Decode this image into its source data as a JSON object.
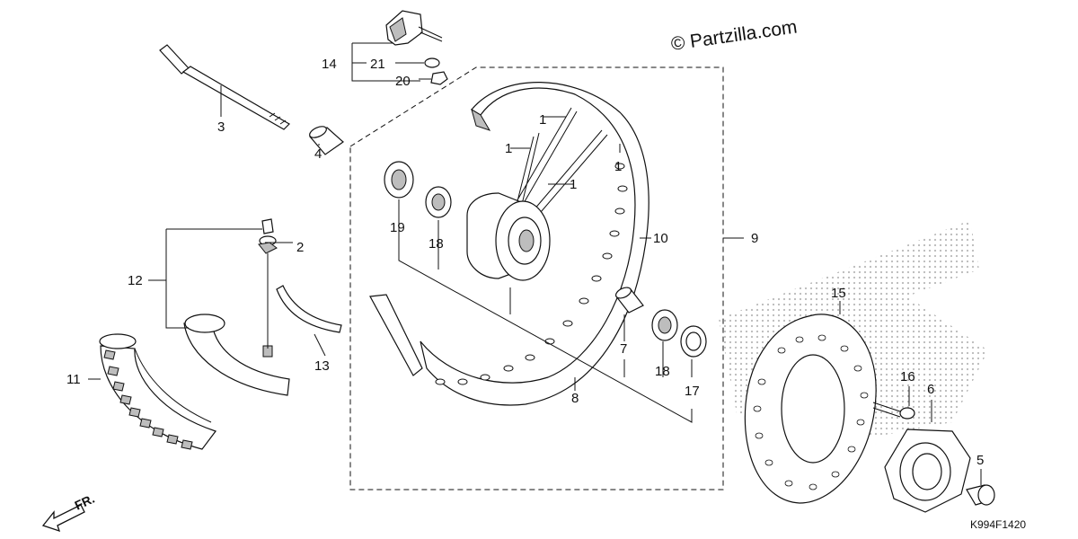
{
  "copyright": "© Partzilla.com",
  "diagram_code": "K994F1420",
  "direction_marker": "FR.",
  "labels": {
    "c1a": "1",
    "c1b": "1",
    "c1c": "1",
    "c1d": "1",
    "c2": "2",
    "c3": "3",
    "c4": "4",
    "c5": "5",
    "c6": "6",
    "c7": "7",
    "c8": "8",
    "c9": "9",
    "c10": "10",
    "c11": "11",
    "c12": "12",
    "c13": "13",
    "c14": "14",
    "c15": "15",
    "c16": "16",
    "c17": "17",
    "c18a": "18",
    "c18b": "18",
    "c19": "19",
    "c20": "20",
    "c21": "21"
  }
}
